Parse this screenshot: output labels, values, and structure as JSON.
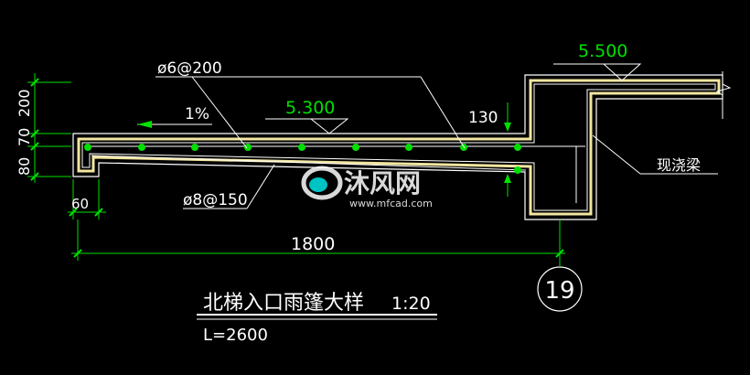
{
  "drawing": {
    "title": "北梯入口雨篷大样",
    "scale": "1:20",
    "length_note": "L=2600",
    "detail_number": "19",
    "annotations": {
      "top_rebar": "ø6@200",
      "bottom_rebar": "ø8@150",
      "slope": "1%",
      "beam_label": "现浇梁"
    },
    "elevations": {
      "canopy_top": "5.300",
      "beam_top": "5.500"
    },
    "dimensions": {
      "vertical": [
        "200",
        "70",
        "80"
      ],
      "edge_width": "60",
      "span": "1800",
      "depth_130": "130"
    },
    "watermark": {
      "brand": "沐风网",
      "url": "www.mfcad.com"
    }
  },
  "colors": {
    "background": "#000000",
    "outline": "#ffffff",
    "fill": "#f2e6a0",
    "dimension": "#00e000",
    "rebar": "#00e000",
    "text": "#ffffff",
    "cyan": "#00e6e6"
  }
}
